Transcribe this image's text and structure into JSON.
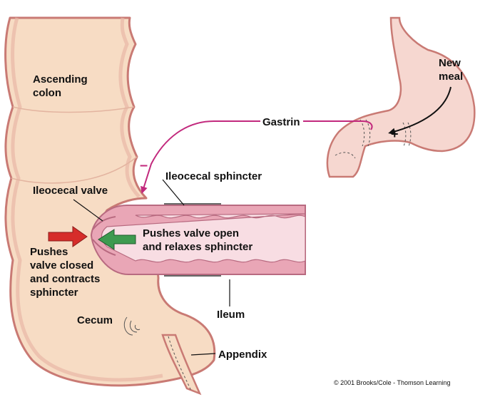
{
  "labels": {
    "ascending_colon_1": "Ascending",
    "ascending_colon_2": "colon",
    "new_meal_1": "New",
    "new_meal_2": "meal",
    "gastrin": "Gastrin",
    "minus_sign": "–",
    "plus_sign": "+",
    "ileocecal_sphincter": "Ileocecal sphincter",
    "ileocecal_valve": "Ileocecal valve",
    "pushes_open_1": "Pushes valve open",
    "pushes_open_2": "and relaxes sphincter",
    "pushes_closed_1": "Pushes",
    "pushes_closed_2": "valve closed",
    "pushes_closed_3": "and contracts",
    "pushes_closed_4": "sphincter",
    "ileum": "Ileum",
    "cecum": "Cecum",
    "appendix": "Appendix",
    "copyright": "© 2001 Brooks/Cole - Thomson Learning"
  },
  "colors": {
    "colon_fill": "#f7dcc4",
    "colon_outline": "#c97a74",
    "stomach_fill": "#f6d7d0",
    "ileum_outer": "#e9a6b6",
    "ileum_inner": "#f8dde3",
    "gastrin_arrow": "#c2297d",
    "red_arrow": "#d62d2a",
    "green_arrow": "#3e9a50"
  }
}
